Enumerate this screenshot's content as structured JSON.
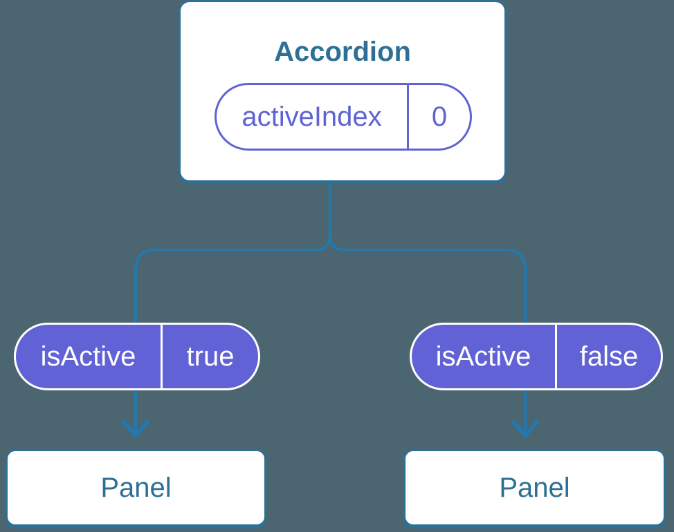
{
  "diagram": {
    "type": "component-tree",
    "root": {
      "name": "Accordion",
      "state": {
        "name": "activeIndex",
        "value": "0"
      }
    },
    "children": [
      {
        "name": "Panel",
        "prop": {
          "name": "isActive",
          "value": "true"
        }
      },
      {
        "name": "Panel",
        "prop": {
          "name": "isActive",
          "value": "false"
        }
      }
    ],
    "colors": {
      "background": "#4b6670",
      "card_background": "#ffffff",
      "card_border": "#2e7095",
      "heading_text": "#2e7095",
      "state_pill_accent": "#5f63d3",
      "prop_pill_background": "#6262d7",
      "prop_pill_text": "#ffffff",
      "connector_line": "#2478ae"
    }
  }
}
